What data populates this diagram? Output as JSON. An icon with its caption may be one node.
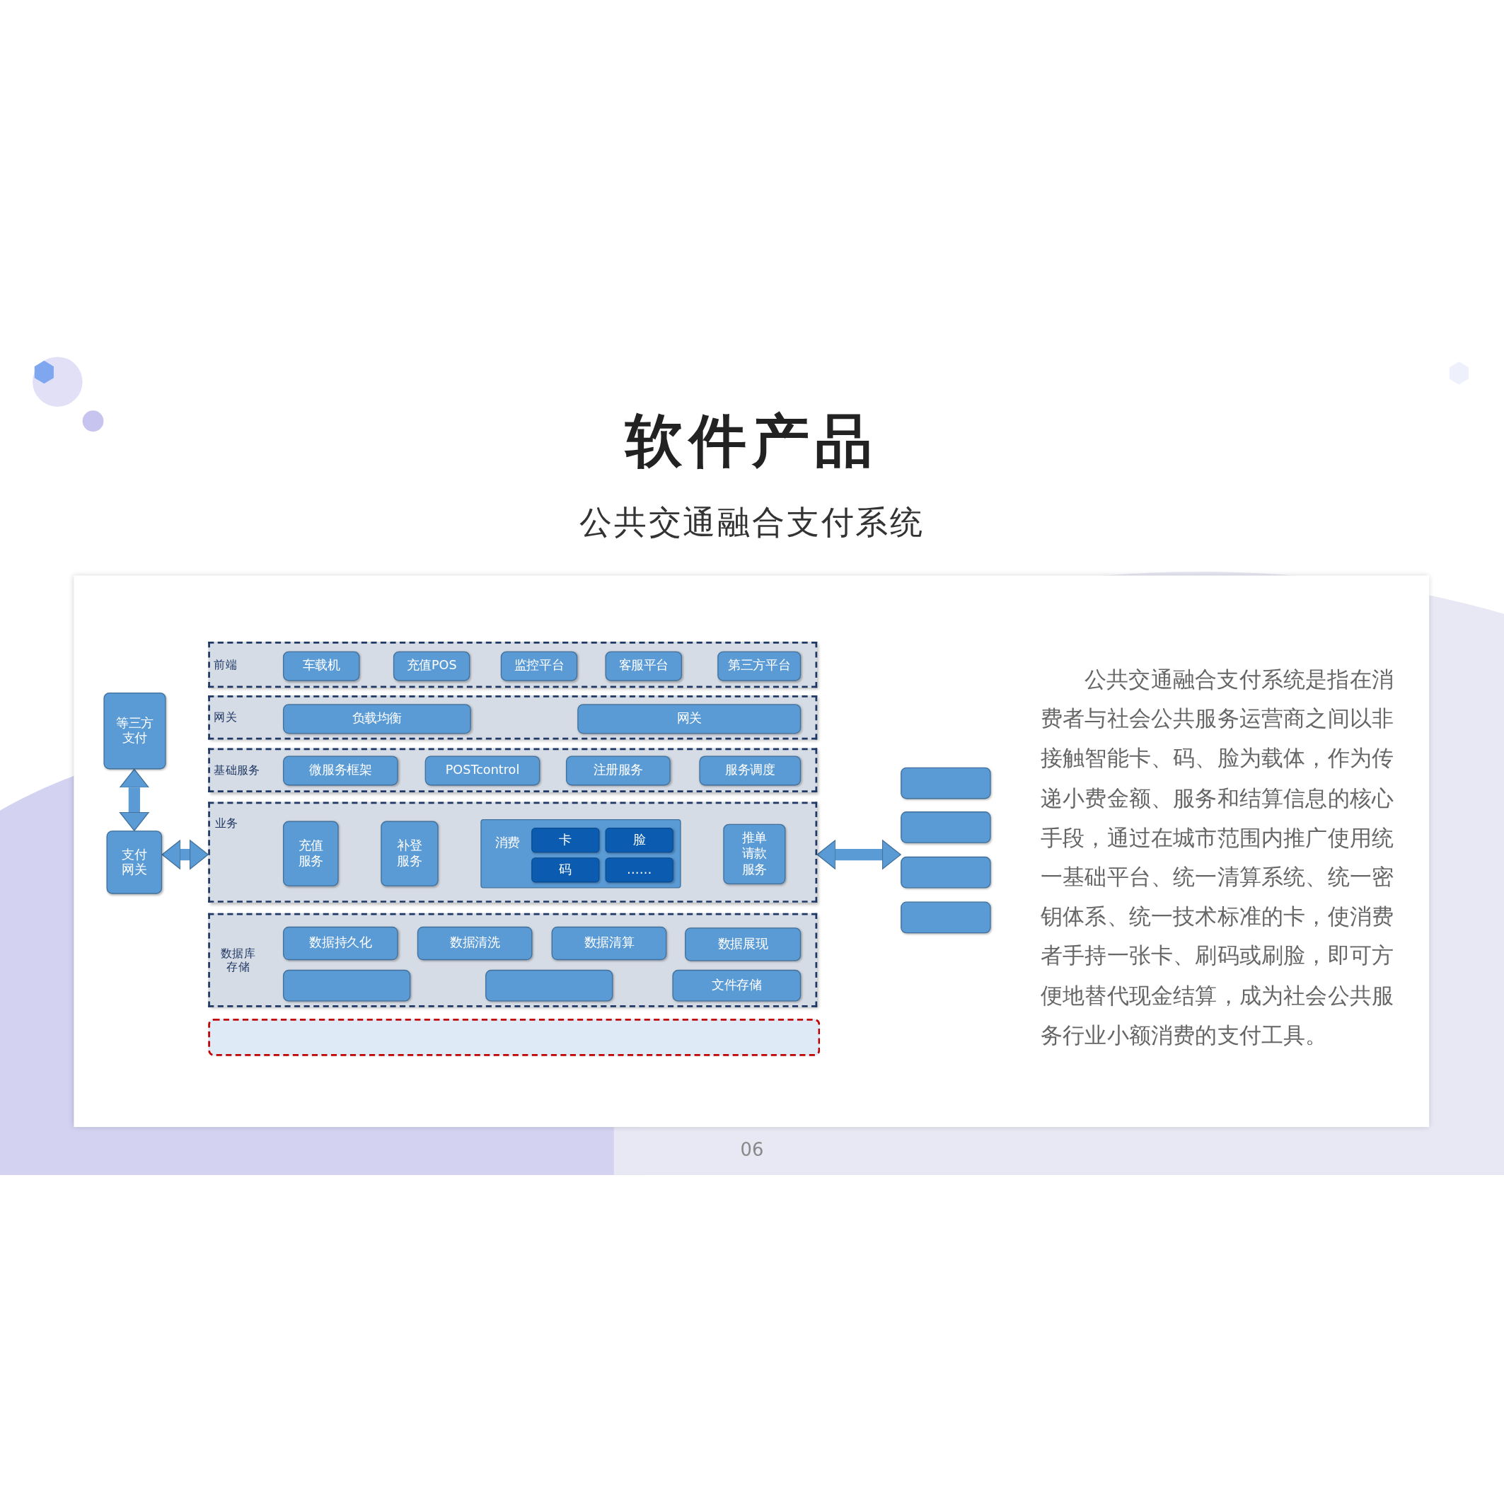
{
  "diagram": {
    "title": "软件产品",
    "nodes": [
      {
        "text": [
          "等三方支付"
        ]
      },
      {
        "text": [
          "支付网关"
        ]
      },
      {
        "text": [
          "前端"
        ]
      },
      {
        "text": [
          "车载机"
        ],
        "in": 2
      },
      {
        "text": [
          "充值POS"
        ],
        "in": 2
      },
      {
        "text": [
          "监控平台"
        ],
        "in": 2
      },
      {
        "text": [
          "客服平台"
        ],
        "in": 2
      },
      {
        "text": [
          "第三方平台"
        ],
        "in": 2
      },
      {
        "text": [
          "网关"
        ]
      },
      {
        "text": [
          "负载均衡"
        ],
        "in": 8
      },
      {
        "text": [
          "网关"
        ],
        "in": 8
      },
      {
        "text": [
          "基础服务"
        ]
      },
      {
        "text": [
          "微服务框架"
        ],
        "in": 11
      },
      {
        "text": [
          "POSTcontrol"
        ],
        "in": 11
      },
      {
        "text": [
          "注册服务"
        ],
        "in": 11
      },
      {
        "text": [
          "服务调度"
        ],
        "in": 11
      },
      {
        "text": [
          "业务"
        ]
      },
      {
        "text": [
          "充值服务"
        ],
        "in": 16
      },
      {
        "text": [
          "补登服务"
        ],
        "in": 16
      },
      {
        "text": [
          "消费"
        ],
        "in": 16
      },
      {
        "text": [
          "卡"
        ],
        "in": 19
      },
      {
        "text": [
          "脸"
        ],
        "in": 19
      },
      {
        "text": [
          "码"
        ],
        "in": 19
      },
      {
        "text": [
          "……"
        ],
        "in": 19
      },
      {
        "text": [
          "推单请款服务"
        ],
        "in": 16
      },
      {
        "text": [
          "数据库存储"
        ]
      },
      {
        "text": [
          "数据持久化"
        ],
        "in": 25
      },
      {
        "text": [
          "数据清洗"
        ],
        "in": 25
      },
      {
        "text": [
          "数据清算"
        ],
        "in": 25
      },
      {
        "text": [
          "数据展现"
        ],
        "in": 25
      },
      {
        "text": [],
        "shape": "box",
        "in": 25
      },
      {
        "text": [],
        "shape": "box",
        "in": 25
      },
      {
        "text": [
          "文件存储"
        ],
        "in": 25
      },
      {
        "text": [],
        "shape": "box"
      },
      {
        "text": [],
        "shape": "box"
      },
      {
        "text": [],
        "shape": "box"
      },
      {
        "text": [],
        "shape": "box"
      },
      {
        "text": [],
        "shape": "box"
      }
    ],
    "edges": [
      {
        "from": 0,
        "to": 1,
        "arrow": "both"
      },
      {
        "from": 1,
        "to": 16,
        "arrow": "both"
      },
      {
        "from": 16,
        "to": 35,
        "arrow": "both"
      }
    ],
    "labels": [
      "公共交通融合支付系统",
      "公共交通融合支付系统是指在消费者与社会公共服务运营商之间以非接触智能卡、码、脸为载体，作为传递小费金额、服务和结算信息的核心手段，通过在城市范围内推广使用统一基础平台、统一清算系统、统一密钥体系、统一技术标准的卡，使消费者手持一张卡、刷码或刷脸，即可方便地替代现金结算，成为社会公共服务行业小额消费的支付工具。",
      "06"
    ]
  }
}
